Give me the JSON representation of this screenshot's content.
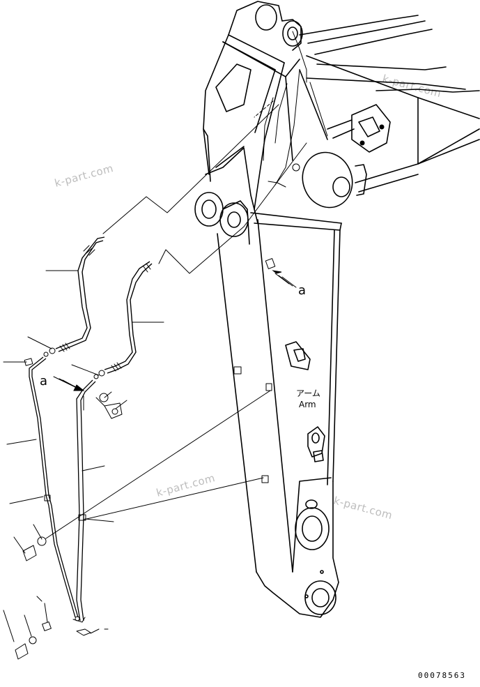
{
  "diagram": {
    "part_label_jp": "アーム",
    "part_label_en": "Arm",
    "callout_letter": "a",
    "watermark": "k-part.com",
    "drawing_number": "00078563"
  }
}
